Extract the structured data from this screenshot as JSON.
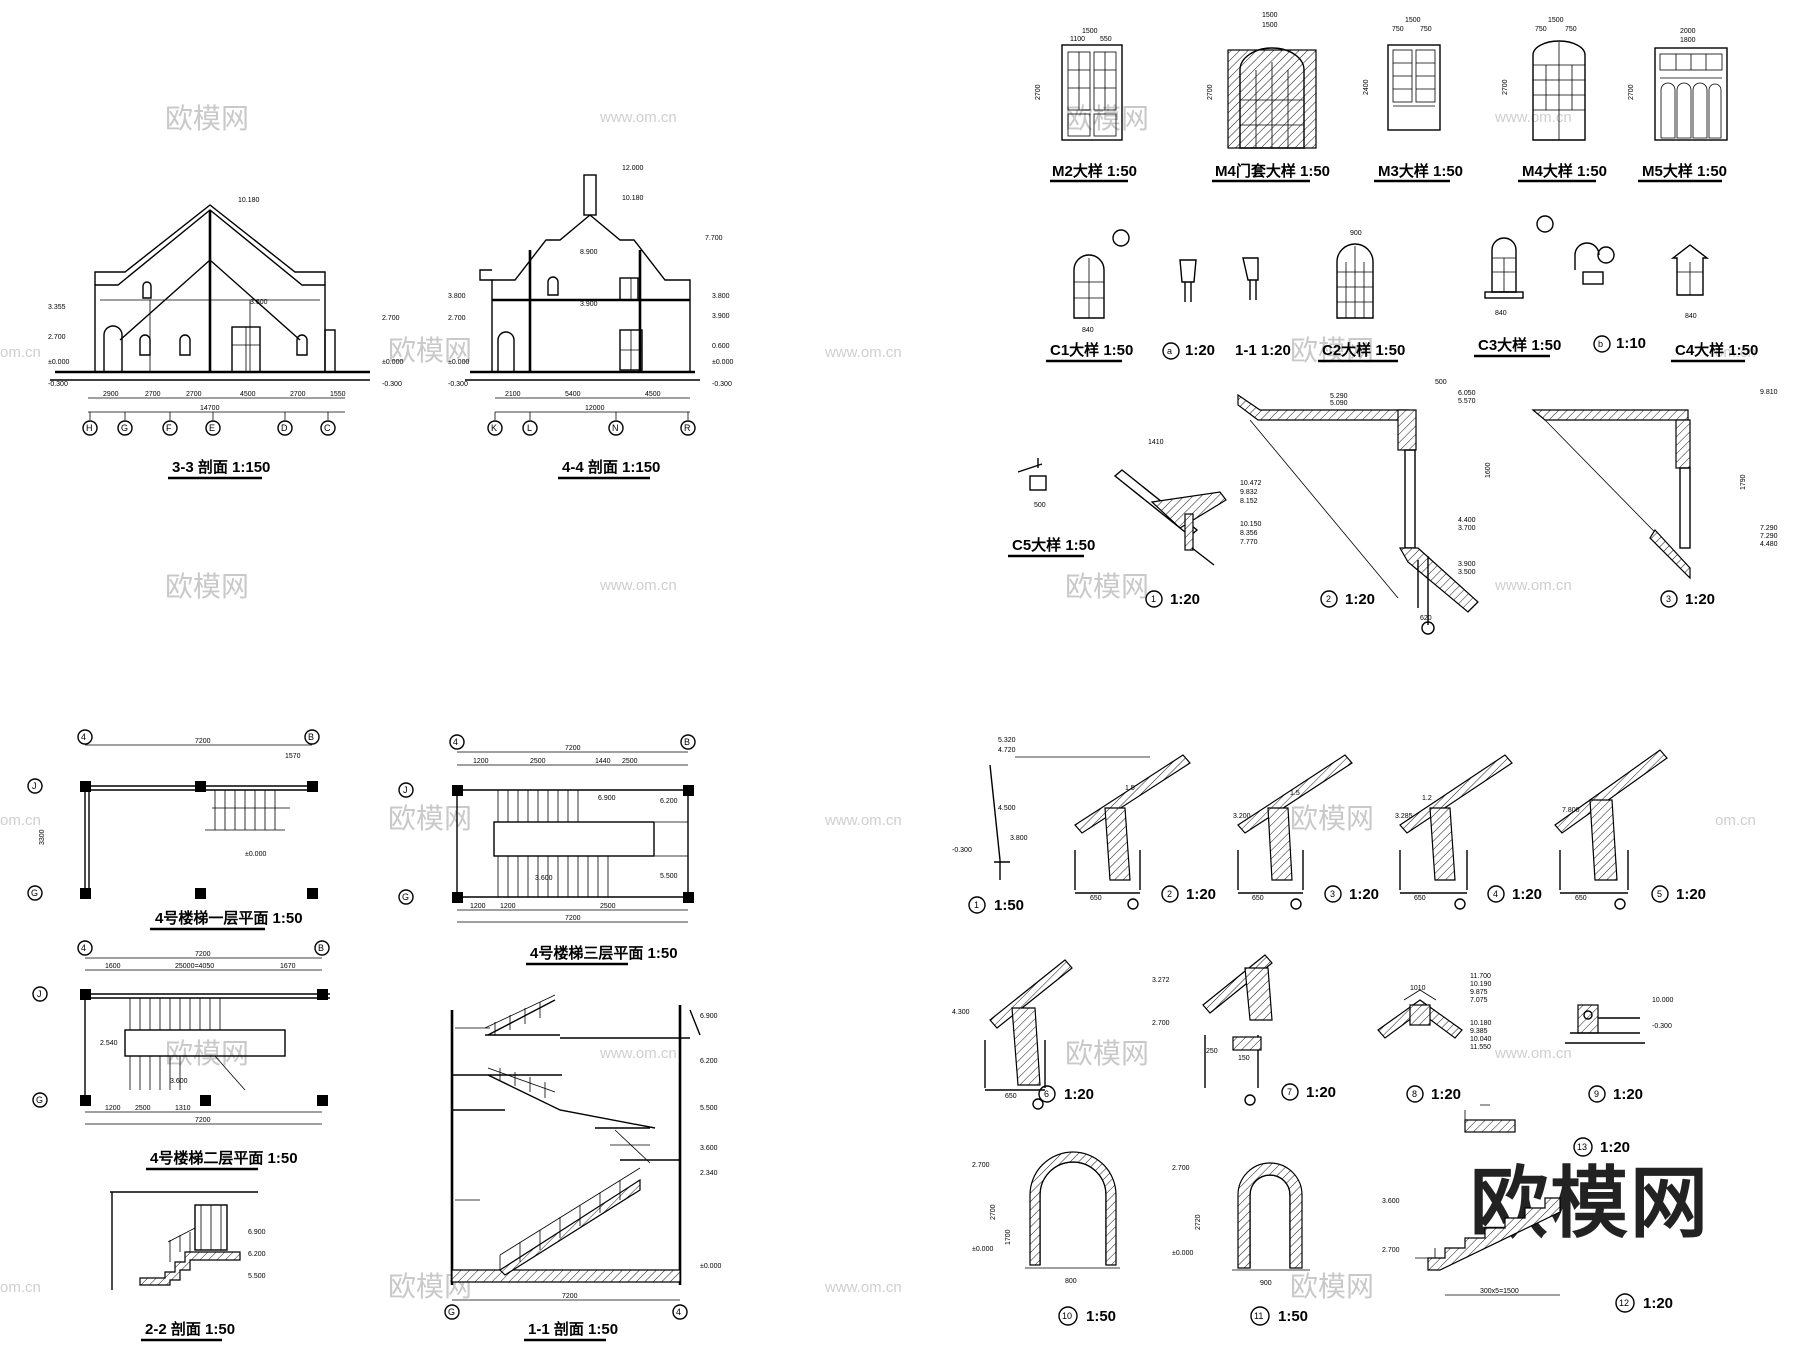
{
  "watermark": {
    "brand_cn": "欧模网",
    "url": "www.om.cn",
    "url_edge": "om.cn",
    "big_logo": "欧模网"
  },
  "drawings": {
    "sec33": {
      "title": "3-3 剖面 1:150",
      "levels": [
        "10.180",
        "3.355",
        "2.700",
        "3.600",
        "±0.000",
        "-0.300",
        "2.700",
        "±0.000",
        "-0.300"
      ],
      "dims": [
        "2900",
        "2700",
        "2700",
        "4500",
        "2700",
        "1550"
      ],
      "total": "14700",
      "axes": [
        "H",
        "G",
        "F",
        "E",
        "D",
        "C"
      ]
    },
    "sec44": {
      "title": "4-4 剖面 1:150",
      "levels": [
        "12.000",
        "10.180",
        "8.900",
        "7.700",
        "3.800",
        "3.900",
        "2.700",
        "3.800",
        "3.900",
        "±0.000",
        "-0.300",
        "0.600",
        "±0.000",
        "-0.300"
      ],
      "dims": [
        "2100",
        "5400",
        "4500"
      ],
      "total": "12000",
      "axes": [
        "K",
        "L",
        "N",
        "R"
      ]
    },
    "doors": [
      {
        "title": "M2大样 1:50",
        "w": "1500",
        "w2": [
          "1100",
          "550"
        ],
        "h": "2700"
      },
      {
        "title": "M4门套大样 1:50",
        "w": "1500",
        "w2": [
          "1500"
        ],
        "h": "2700"
      },
      {
        "title": "M3大样 1:50",
        "w": "1500",
        "w2": [
          "750",
          "750"
        ],
        "h": "2400"
      },
      {
        "title": "M4大样 1:50",
        "w": "1500",
        "w2": [
          "750",
          "750"
        ],
        "h": "2700"
      },
      {
        "title": "M5大样 1:50",
        "w": "2000",
        "w2": [
          "1800"
        ],
        "h": "2700"
      }
    ],
    "windows": [
      {
        "title": "C1大样 1:50",
        "w": "840"
      },
      {
        "title": "1:20",
        "label": "a"
      },
      {
        "title": "1-1 1:20"
      },
      {
        "title": "C2大样 1:50",
        "w": "900"
      },
      {
        "title": "C3大样 1:50",
        "w": "840"
      },
      {
        "title": "1:10",
        "label": "b"
      },
      {
        "title": "C4大样 1:50",
        "w": "840"
      }
    ],
    "c5": {
      "title": "C5大样 1:50",
      "w": "500"
    },
    "eaves": [
      {
        "num": "1",
        "scale": "1:20",
        "levels": [
          "10.472",
          "9.832",
          "8.152",
          "10.150",
          "8.356",
          "7.770"
        ]
      },
      {
        "num": "2",
        "scale": "1:20",
        "levels": [
          "5.290",
          "5.090",
          "6.050",
          "5.570",
          "4.400",
          "3.700",
          "3.900",
          "3.500"
        ],
        "dims": [
          "500",
          "1600",
          "620"
        ]
      },
      {
        "num": "3",
        "scale": "1:20",
        "levels": [
          "9.810",
          "7.290",
          "7.290",
          "4.480"
        ],
        "dims": [
          "1790"
        ]
      }
    ],
    "stair1": {
      "title": "4号楼梯一层平面 1:50",
      "axes": [
        "4",
        "B",
        "J",
        "G"
      ],
      "dims": [
        "7200",
        "1570",
        "3300"
      ],
      "level": "±0.000"
    },
    "stair3": {
      "title": "4号楼梯三层平面 1:50",
      "axes": [
        "4",
        "B",
        "J",
        "G"
      ],
      "dims": [
        "7200",
        "1200",
        "2500",
        "1440",
        "2500",
        "1200",
        "1200",
        "2500",
        "7200"
      ],
      "levels": [
        "6.900",
        "6.200",
        "3.600",
        "5.500"
      ]
    },
    "stair2": {
      "title": "4号楼梯二层平面 1:50",
      "axes": [
        "4",
        "B",
        "J",
        "G"
      ],
      "dims": [
        "7200",
        "1600",
        "25000=4050",
        "1670",
        "1200",
        "2500",
        "1310",
        "7200"
      ],
      "levels": [
        "2.540",
        "3.600"
      ]
    },
    "sec22": {
      "title": "2-2 剖面 1:50",
      "levels": [
        "6.900",
        "6.200",
        "5.500"
      ]
    },
    "sec11": {
      "title": "1-1 剖面 1:50",
      "axes": [
        "G",
        "4"
      ],
      "dims": [
        "7200"
      ],
      "levels": [
        "6.900",
        "6.200",
        "5.500",
        "3.600",
        "2.340",
        "±0.000"
      ]
    },
    "details": [
      {
        "num": "1",
        "scale": "1:50",
        "levels": [
          "5.320",
          "4.720",
          "4.500",
          "3.800",
          "-0.300"
        ]
      },
      {
        "num": "2",
        "scale": "1:20",
        "slope": "1.5",
        "dim": "650"
      },
      {
        "num": "3",
        "scale": "1:20",
        "slope": "1.5",
        "level": "3.200",
        "dim": "650"
      },
      {
        "num": "4",
        "scale": "1:20",
        "slope": "1.2",
        "level": "3.285",
        "dim": "650"
      },
      {
        "num": "5",
        "scale": "1:20",
        "level": "7.800",
        "dim": "650"
      },
      {
        "num": "6",
        "scale": "1:20",
        "level": "4.300",
        "dim": "650"
      },
      {
        "num": "7",
        "scale": "1:20",
        "levels": [
          "3.272",
          "2.700"
        ],
        "dims": [
          "250",
          "150"
        ]
      },
      {
        "num": "8",
        "scale": "1:20",
        "levels": [
          "11.700",
          "10.190",
          "9.875",
          "7.075",
          "10.180",
          "9.385",
          "10.040",
          "11.550"
        ]
      },
      {
        "num": "9",
        "scale": "1:20",
        "levels": [
          "10.000",
          "-0.300"
        ]
      },
      {
        "num": "10",
        "scale": "1:50",
        "levels": [
          "2.700",
          "±0.000"
        ],
        "dims": [
          "2700",
          "1700",
          "800"
        ]
      },
      {
        "num": "11",
        "scale": "1:50",
        "levels": [
          "2.700",
          "±0.000"
        ],
        "dims": [
          "2720",
          "900"
        ]
      },
      {
        "num": "12",
        "scale": "1:20",
        "levels": [
          "3.600",
          "2.700"
        ],
        "dims": [
          "300x5=1500"
        ]
      },
      {
        "num": "13",
        "scale": "1:20"
      }
    ]
  }
}
